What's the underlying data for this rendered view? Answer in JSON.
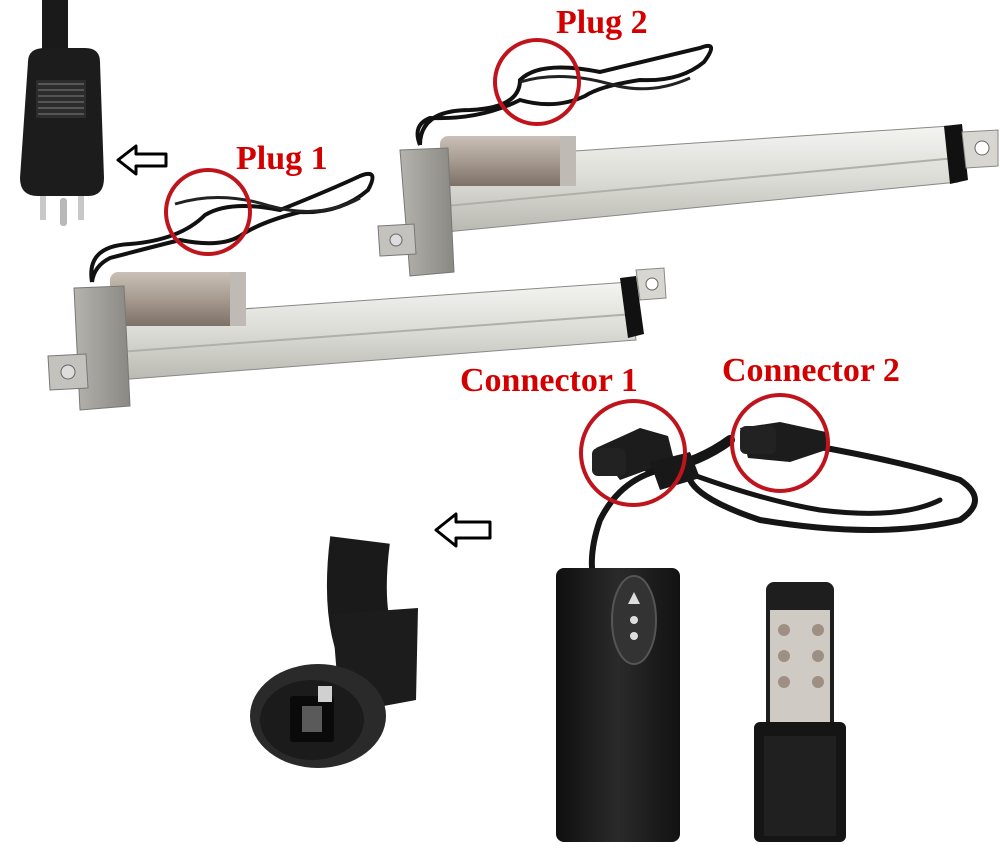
{
  "labels": {
    "plug1": "Plug 1",
    "plug2": "Plug 2",
    "connector1": "Connector 1",
    "connector2": "Connector 2"
  },
  "colors": {
    "label_red": "#d40000",
    "circle_red": "#c0141c",
    "actuator_body": "#e2e2de",
    "motor": "#a99f97",
    "controller_black": "#1a1a1a"
  },
  "icons": {
    "plug_arrow": "left-arrow-outline-icon",
    "connector_arrow": "left-arrow-outline-icon"
  }
}
